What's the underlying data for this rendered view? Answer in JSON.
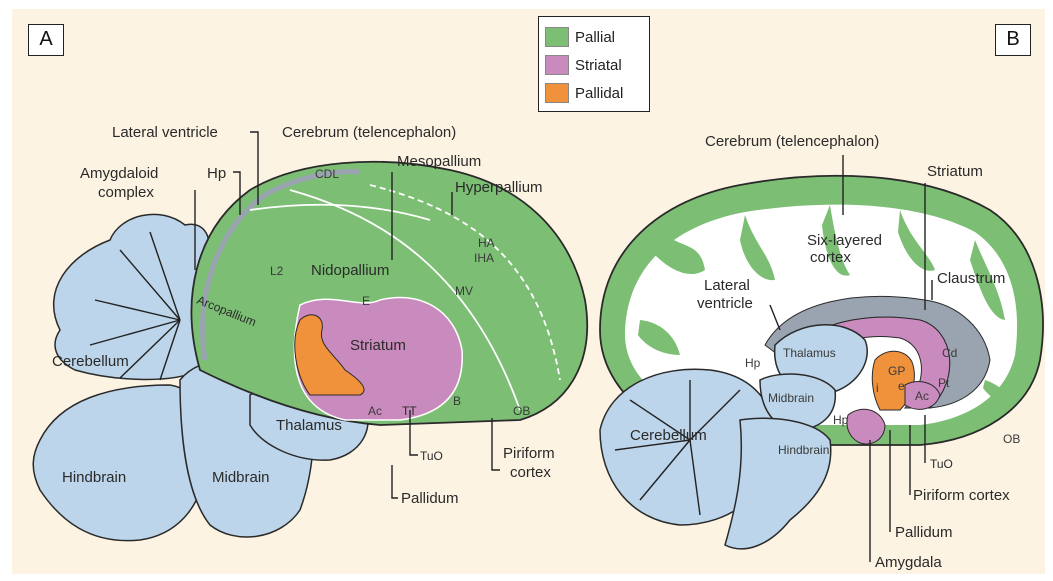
{
  "panels": {
    "a": "A",
    "b": "B"
  },
  "legend": [
    {
      "label": "Pallial",
      "color": "#7cbf74"
    },
    {
      "label": "Striatal",
      "color": "#c98bbe"
    },
    {
      "label": "Pallidal",
      "color": "#f0913c"
    }
  ],
  "colors": {
    "background": "#fdf3e3",
    "hindbrain": "#bcd5ea",
    "outline": "#2a2a2a",
    "ventricle": "#9aa4b0"
  },
  "a": {
    "lateral_ventricle": "Lateral ventricle",
    "cerebrum": "Cerebrum (telencephalon)",
    "amygdaloid_1": "Amygdaloid",
    "amygdaloid_2": "complex",
    "hp": "Hp",
    "cdl": "CDL",
    "mesopallium": "Mesopallium",
    "hyperpallium": "Hyperpallium",
    "ha": "HA",
    "iha": "IHA",
    "l2": "L2",
    "nidopallium": "Nidopallium",
    "mv": "MV",
    "e": "E",
    "arcopallium": "Arcopallium",
    "striatum": "Striatum",
    "cerebellum": "Cerebellum",
    "thalamus": "Thalamus",
    "ac": "Ac",
    "tt": "TT",
    "b": "B",
    "ob": "OB",
    "tuo": "TuO",
    "piriform_1": "Piriform",
    "piriform_2": "cortex",
    "hindbrain": "Hindbrain",
    "midbrain": "Midbrain",
    "pallidum": "Pallidum"
  },
  "b": {
    "cerebrum": "Cerebrum (telencephalon)",
    "striatum": "Striatum",
    "six_layered_1": "Six-layered",
    "six_layered_2": "cortex",
    "lateral_1": "Lateral",
    "lateral_2": "ventricle",
    "claustrum": "Claustrum",
    "hp": "Hp",
    "thalamus": "Thalamus",
    "gp": "GP",
    "i": "i",
    "e": "e",
    "cd": "Cd",
    "pt": "Pt",
    "ac": "Ac",
    "midbrain": "Midbrain",
    "hp2": "Hp",
    "cerebellum": "Cerebellum",
    "hindbrain": "Hindbrain",
    "ob": "OB",
    "tuo": "TuO",
    "piriform": "Piriform cortex",
    "pallidum": "Pallidum",
    "amygdala": "Amygdala"
  }
}
